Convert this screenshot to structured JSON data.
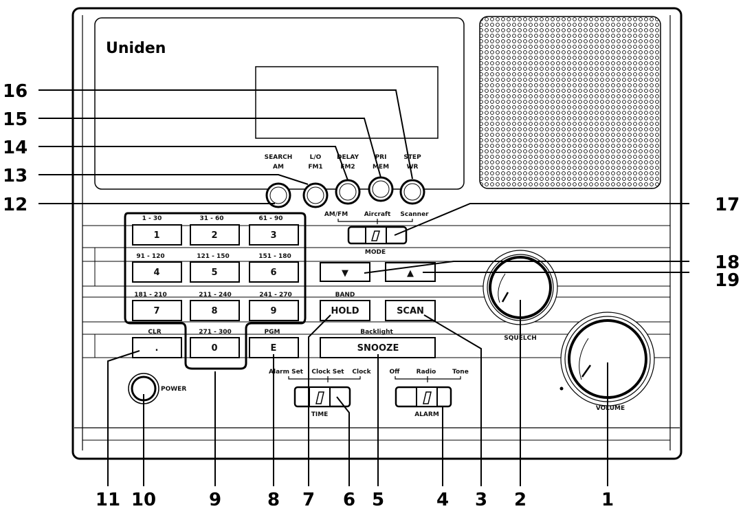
{
  "brand": "Uniden",
  "power_label": "POWER",
  "top_buttons": [
    {
      "top": "SEARCH",
      "bottom": "AM"
    },
    {
      "top": "L/O",
      "bottom": "FM1"
    },
    {
      "top": "DELAY",
      "bottom": "FM2"
    },
    {
      "top": "PRI",
      "bottom": "MEM"
    },
    {
      "top": "STEP",
      "bottom": "WR"
    }
  ],
  "mode_switch": {
    "options": [
      "AM/FM",
      "Aircraft",
      "Scanner"
    ],
    "label": "MODE"
  },
  "keypad": [
    {
      "range": "1 - 30",
      "key": "1"
    },
    {
      "range": "31 - 60",
      "key": "2"
    },
    {
      "range": "61 - 90",
      "key": "3"
    },
    {
      "range": "91 - 120",
      "key": "4"
    },
    {
      "range": "121 - 150",
      "key": "5"
    },
    {
      "range": "151 - 180",
      "key": "6"
    },
    {
      "range": "181 - 210",
      "key": "7"
    },
    {
      "range": "211 - 240",
      "key": "8"
    },
    {
      "range": "241 - 270",
      "key": "9"
    },
    {
      "range": "CLR",
      "key": "."
    },
    {
      "range": "271 - 300",
      "key": "0"
    },
    {
      "range": "PGM",
      "key": "E"
    }
  ],
  "arrows": {
    "down": "▼",
    "up": "▲"
  },
  "hold_button": {
    "top": "BAND",
    "label": "HOLD"
  },
  "scan_button": {
    "label": "SCAN"
  },
  "snooze_button": {
    "top": "Backlight",
    "label": "SNOOZE"
  },
  "time_switch": {
    "options": [
      "Alarm Set",
      "Clock Set",
      "Clock"
    ],
    "label": "TIME"
  },
  "alarm_switch": {
    "options": [
      "Off",
      "Radio",
      "Tone"
    ],
    "label": "ALARM"
  },
  "squelch_label": "SQUELCH",
  "volume_label": "VOLUME",
  "callouts": {
    "c1": "1",
    "c2": "2",
    "c3": "3",
    "c4": "4",
    "c5": "5",
    "c6": "6",
    "c7": "7",
    "c8": "8",
    "c9": "9",
    "c10": "10",
    "c11": "11",
    "c12": "12",
    "c13": "13",
    "c14": "14",
    "c15": "15",
    "c16": "16",
    "c17": "17",
    "c18": "18",
    "c19": "19"
  }
}
